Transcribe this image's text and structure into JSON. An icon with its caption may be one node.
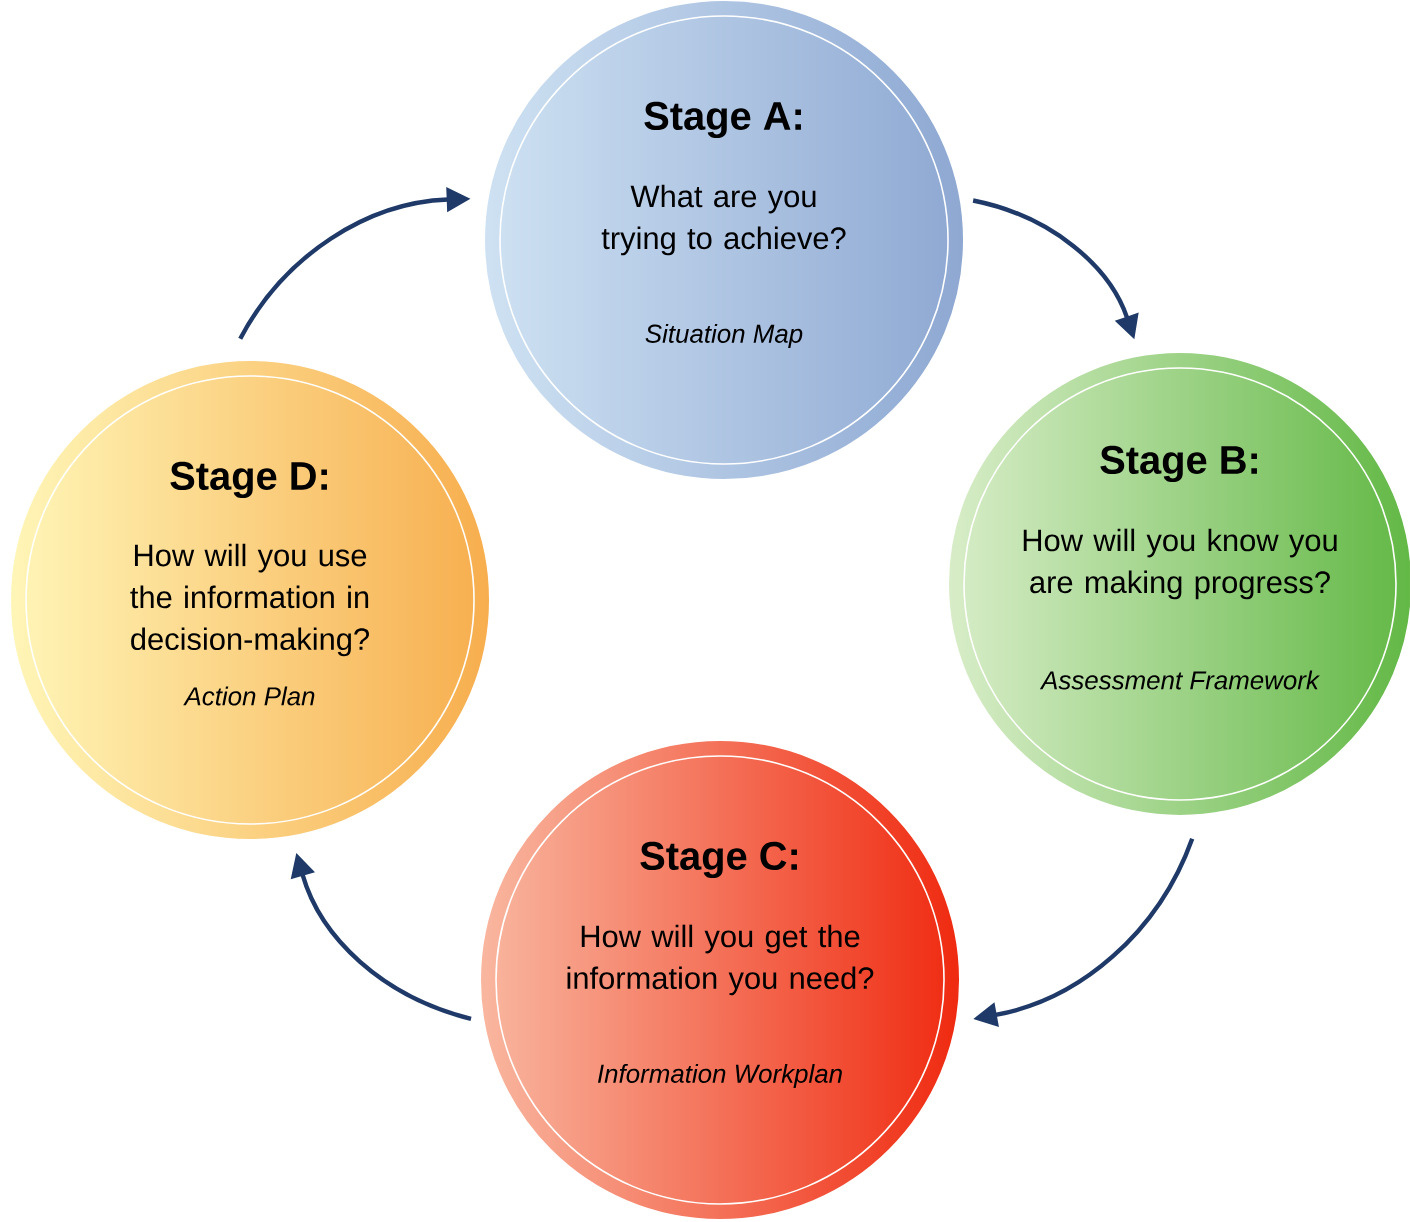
{
  "diagram": {
    "nodes": [
      {
        "text": [
          "Stage A:",
          "What are you trying to achieve?",
          "Situation Map"
        ]
      },
      {
        "text": [
          "Stage B:",
          "How will you know you are making progress?",
          "Assessment Framework"
        ]
      },
      {
        "text": [
          "Stage C:",
          "How will you get the information you need?",
          "Information Workplan"
        ]
      },
      {
        "text": [
          "Stage D:",
          "How will you use the information in decision-making?",
          "Action Plan"
        ]
      }
    ],
    "edges": [
      {
        "from": 0,
        "to": 1,
        "arrow": "to"
      },
      {
        "from": 1,
        "to": 2,
        "arrow": "to"
      },
      {
        "from": 2,
        "to": 3,
        "arrow": "to"
      },
      {
        "from": 3,
        "to": 0,
        "arrow": "to"
      }
    ]
  }
}
